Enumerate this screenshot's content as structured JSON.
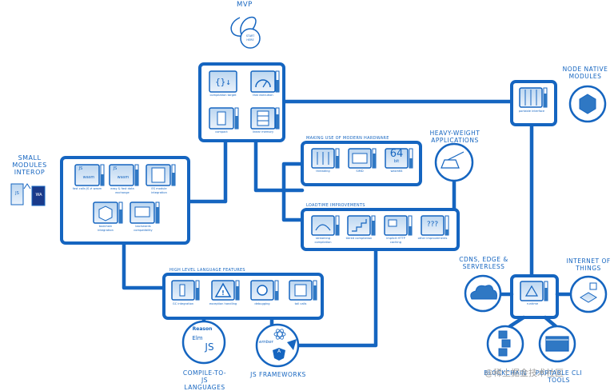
{
  "mvp": {
    "title": "MVP",
    "start_text": "START HERE",
    "items": [
      "compilation target",
      "fast execution",
      "compact",
      "linear memory"
    ]
  },
  "small_modules": {
    "title": "SMALL MODULES INTEROP",
    "icon_js": "JS",
    "icon_wa": "WA",
    "items": [
      "fast calls JS ⇄ wasm",
      "easy & fast data exchange",
      "ES module integration",
      "toolchain integration",
      "backwards compatibility"
    ],
    "wasm": "wasm",
    "js": "JS"
  },
  "hll": {
    "title": "HIGH LEVEL LANGUAGE FEATURES",
    "items": [
      "GC integration",
      "exception handling",
      "debugging",
      "tail calls"
    ]
  },
  "compile_js": {
    "title": "COMPILE-TO-JS LANGUAGES",
    "reason": "Reason",
    "elm": "Elm",
    "js": "JS"
  },
  "frameworks": {
    "title": "JS FRAMEWORKS",
    "ember": "ember",
    "angular": "A"
  },
  "hardware": {
    "title": "MAKING USE OF MODERN HARDWARE",
    "items": [
      "threading",
      "SIMD",
      "wasm64"
    ],
    "big_64": "64",
    "bit": "bit"
  },
  "loadtime": {
    "title": "LOADTIME IMPROVEMENTS",
    "items": [
      "streaming compilation",
      "tiered compilation",
      "implicit HTTP caching",
      "other improvements"
    ],
    "qmarks": "???"
  },
  "heavy": {
    "title": "HEAVY-WEIGHT APPLICATIONS"
  },
  "node": {
    "title": "NODE NATIVE MODULES",
    "item": "portable interface"
  },
  "cdn": {
    "title": "CDNs, EDGE & SERVERLESS"
  },
  "iot": {
    "title": "INTERNET OF THINGS"
  },
  "runtime": {
    "item": "runtime"
  },
  "blockchain": {
    "title": "BLOCKCHAIN"
  },
  "cli": {
    "title": "PORTABLE CLI TOOLS"
  },
  "watermark": "@稀土掘金技术社区",
  "colors": {
    "line": "#1565c0",
    "light": "#d9e8f7",
    "accent": "#2f78c4"
  }
}
